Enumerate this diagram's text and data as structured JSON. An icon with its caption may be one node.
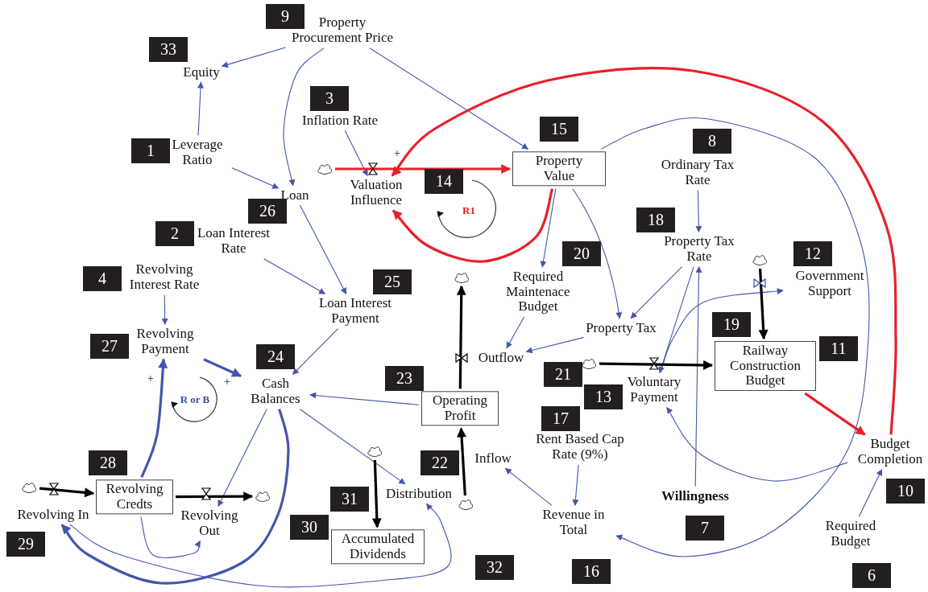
{
  "diagram": {
    "nodes": [
      {
        "text": [
          "Property Procurement Price"
        ]
      },
      {
        "text": [
          "Equity"
        ]
      },
      {
        "text": [
          "Inflation Rate"
        ]
      },
      {
        "text": [
          "Leverage Ratio"
        ]
      },
      {
        "text": [
          "Valuation Influence"
        ]
      },
      {
        "text": [
          "Property Value"
        ]
      },
      {
        "text": [
          "Ordinary Tax Rate"
        ]
      },
      {
        "text": [
          "Loan"
        ]
      },
      {
        "text": [
          "Loan Interest Rate"
        ]
      },
      {
        "text": [
          "Property Tax Rate"
        ]
      },
      {
        "text": [
          "Government Support"
        ]
      },
      {
        "text": [
          "Revolving Interest Rate"
        ]
      },
      {
        "text": [
          "Required Maintenace Budget"
        ]
      },
      {
        "text": [
          "Loan Interest Payment"
        ]
      },
      {
        "text": [
          "Revolving Payment"
        ]
      },
      {
        "text": [
          "Property Tax"
        ]
      },
      {
        "text": [
          "Outflow"
        ]
      },
      {
        "text": [
          "Railway Construction Budget"
        ]
      },
      {
        "text": [
          "Cash Balances"
        ]
      },
      {
        "text": [
          "Voluntary Payment"
        ]
      },
      {
        "text": [
          "Operating Profit"
        ]
      },
      {
        "text": [
          "Budget Completion"
        ]
      },
      {
        "text": [
          "Rent Based Cap Rate (9%)"
        ]
      },
      {
        "text": [
          "Inflow"
        ]
      },
      {
        "text": [
          "Revolving In"
        ]
      },
      {
        "text": [
          "Revolving Credts"
        ]
      },
      {
        "text": [
          "Distribution"
        ]
      },
      {
        "text": [
          "Willingness"
        ]
      },
      {
        "text": [
          "Revolving Out"
        ]
      },
      {
        "text": [
          "Revenue in Total"
        ]
      },
      {
        "text": [
          "Required Budget"
        ]
      },
      {
        "text": [
          "Accumulated Dividends"
        ]
      },
      {
        "text": [],
        "shape": "cloud"
      },
      {
        "text": [],
        "shape": "cloud"
      },
      {
        "text": [],
        "shape": "cloud"
      },
      {
        "text": [],
        "shape": "cloud"
      },
      {
        "text": [],
        "shape": "cloud"
      },
      {
        "text": [],
        "shape": "cloud"
      },
      {
        "text": [],
        "shape": "cloud"
      },
      {
        "text": [],
        "shape": "cloud"
      }
    ],
    "edges": [
      {
        "from": 0,
        "to": 1,
        "arrow": "to"
      },
      {
        "from": 0,
        "to": 7,
        "arrow": "to"
      },
      {
        "from": 0,
        "to": 5,
        "arrow": "to"
      },
      {
        "from": 3,
        "to": 1,
        "arrow": "to"
      },
      {
        "from": 3,
        "to": 7,
        "arrow": "to"
      },
      {
        "from": 2,
        "to": 4,
        "arrow": "to"
      },
      {
        "from": 32,
        "to": 5,
        "arrow": "to",
        "style": "thick",
        "color": "#e8202a"
      },
      {
        "from": 5,
        "to": 4,
        "arrow": "to",
        "style": "thick",
        "color": "#e8202a"
      },
      {
        "from": 21,
        "to": 4,
        "arrow": "to",
        "style": "thick",
        "color": "#e8202a"
      },
      {
        "from": 17,
        "to": 21,
        "arrow": "to",
        "style": "thick",
        "color": "#e8202a"
      },
      {
        "from": 5,
        "to": 12,
        "arrow": "to"
      },
      {
        "from": 5,
        "to": 15,
        "arrow": "to"
      },
      {
        "from": 5,
        "to": 29,
        "arrow": "to"
      },
      {
        "from": 6,
        "to": 9,
        "arrow": "to"
      },
      {
        "from": 9,
        "to": 15,
        "arrow": "to"
      },
      {
        "from": 27,
        "to": 9,
        "arrow": "to"
      },
      {
        "from": 9,
        "to": 19,
        "arrow": "to"
      },
      {
        "from": 21,
        "to": 19,
        "arrow": "to"
      },
      {
        "from": 19,
        "to": 10,
        "arrow": "to"
      },
      {
        "from": 15,
        "to": 16,
        "arrow": "to"
      },
      {
        "from": 12,
        "to": 16,
        "arrow": "to"
      },
      {
        "from": 20,
        "to": 33,
        "arrow": "to",
        "style": "thick",
        "color": "#000000"
      },
      {
        "from": 39,
        "to": 20,
        "arrow": "to",
        "style": "thick",
        "color": "#000000"
      },
      {
        "from": 29,
        "to": 23,
        "arrow": "to"
      },
      {
        "from": 22,
        "to": 29,
        "arrow": "to"
      },
      {
        "from": 35,
        "to": 17,
        "arrow": "to",
        "style": "thick",
        "color": "#000000"
      },
      {
        "from": 34,
        "to": 17,
        "arrow": "to",
        "style": "thick",
        "color": "#000000"
      },
      {
        "from": 30,
        "to": 21,
        "arrow": "to"
      },
      {
        "from": 20,
        "to": 18,
        "arrow": "to"
      },
      {
        "from": 13,
        "to": 18,
        "arrow": "to"
      },
      {
        "from": 7,
        "to": 13,
        "arrow": "to"
      },
      {
        "from": 8,
        "to": 13,
        "arrow": "to"
      },
      {
        "from": 11,
        "to": 14,
        "arrow": "to"
      },
      {
        "from": 14,
        "to": 18,
        "arrow": "to",
        "style": "thick"
      },
      {
        "from": 25,
        "to": 14,
        "arrow": "to",
        "style": "thick"
      },
      {
        "from": 18,
        "to": 24,
        "arrow": "to",
        "style": "thick"
      },
      {
        "from": 18,
        "to": 28,
        "arrow": "to"
      },
      {
        "from": 18,
        "to": 26,
        "arrow": "to"
      },
      {
        "from": 25,
        "to": 28,
        "arrow": "to"
      },
      {
        "from": 24,
        "to": 26,
        "arrow": "to"
      },
      {
        "from": 36,
        "to": 25,
        "arrow": "to",
        "style": "thick",
        "color": "#000000"
      },
      {
        "from": 25,
        "to": 37,
        "arrow": "to",
        "style": "thick",
        "color": "#000000"
      },
      {
        "from": 38,
        "to": 31,
        "arrow": "to",
        "style": "thick",
        "color": "#000000"
      }
    ],
    "labels": [
      "9",
      "33",
      "3",
      "15",
      "8",
      "1",
      "+",
      "14",
      "R1",
      "26",
      "18",
      "2",
      "12",
      "20",
      "4",
      "25",
      "19",
      "11",
      "27",
      "24",
      "21",
      "23",
      "+",
      "+",
      "13",
      "R or B",
      "17",
      "28",
      "22",
      "10",
      "31",
      "30",
      "7",
      "29",
      "32",
      "16",
      "6"
    ]
  }
}
